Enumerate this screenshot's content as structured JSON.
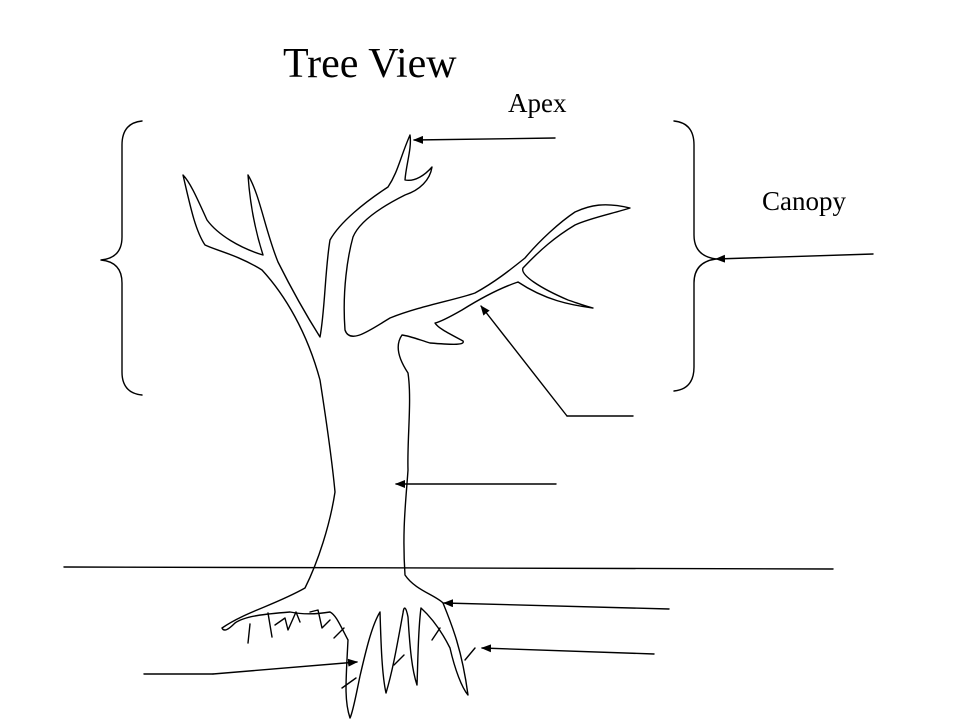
{
  "title": "Tree View",
  "labels": {
    "apex": "Apex",
    "canopy": "Canopy"
  },
  "colors": {
    "ink": "#000000",
    "background": "#ffffff"
  }
}
